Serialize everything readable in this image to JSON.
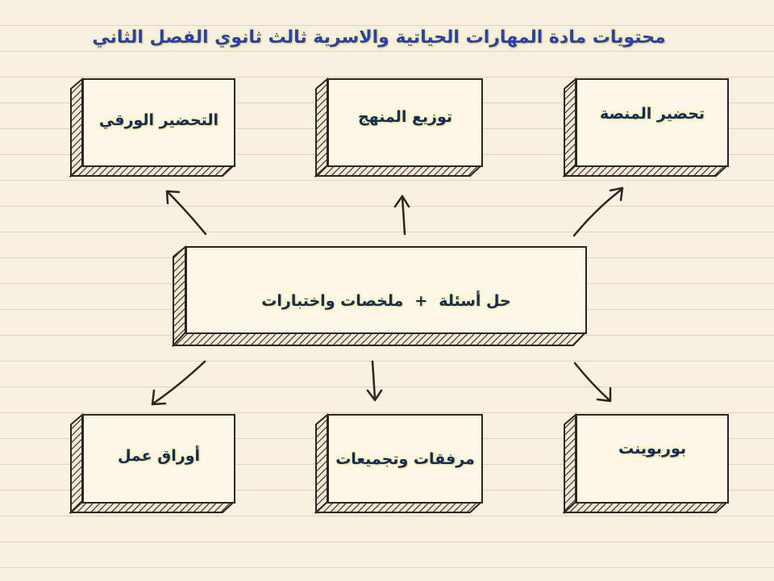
{
  "title": "محتويات مادة المهارات الحياتية والاسرية ثالث ثانوي الفصل الثاني",
  "center": {
    "left_text": "حل أسئلة",
    "plus": "+",
    "right_text": "ملخصات واختبارات"
  },
  "top_boxes": [
    "التحضير الورقي",
    "توزيع المنهج",
    "تحضير المنصة"
  ],
  "bottom_boxes": [
    "أوراق عمل",
    "مرفقات وتجميعات",
    "بوربوينت"
  ],
  "colors": {
    "title_text": "#1f3fc4",
    "label_text": "#0c2a6e",
    "glow": "#fff082",
    "background": "#f8f1e1",
    "ink": "#2a2622"
  }
}
